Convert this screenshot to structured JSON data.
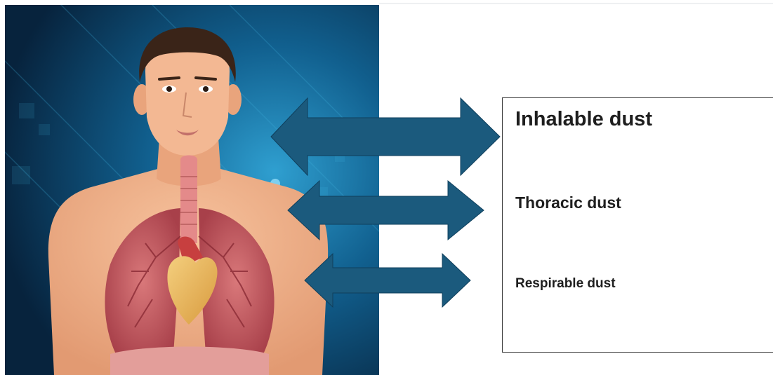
{
  "labels": {
    "inhalable": "Inhalable dust",
    "thoracic": "Thoracic dust",
    "respirable": "Respirable dust"
  },
  "colors": {
    "arrow": "#1b5a7d",
    "background_dark": "#0a2b47",
    "background_light": "#1a7fb0",
    "skin": "#f2b28a",
    "lung": "#c2545a",
    "heart": "#e8b25a"
  }
}
